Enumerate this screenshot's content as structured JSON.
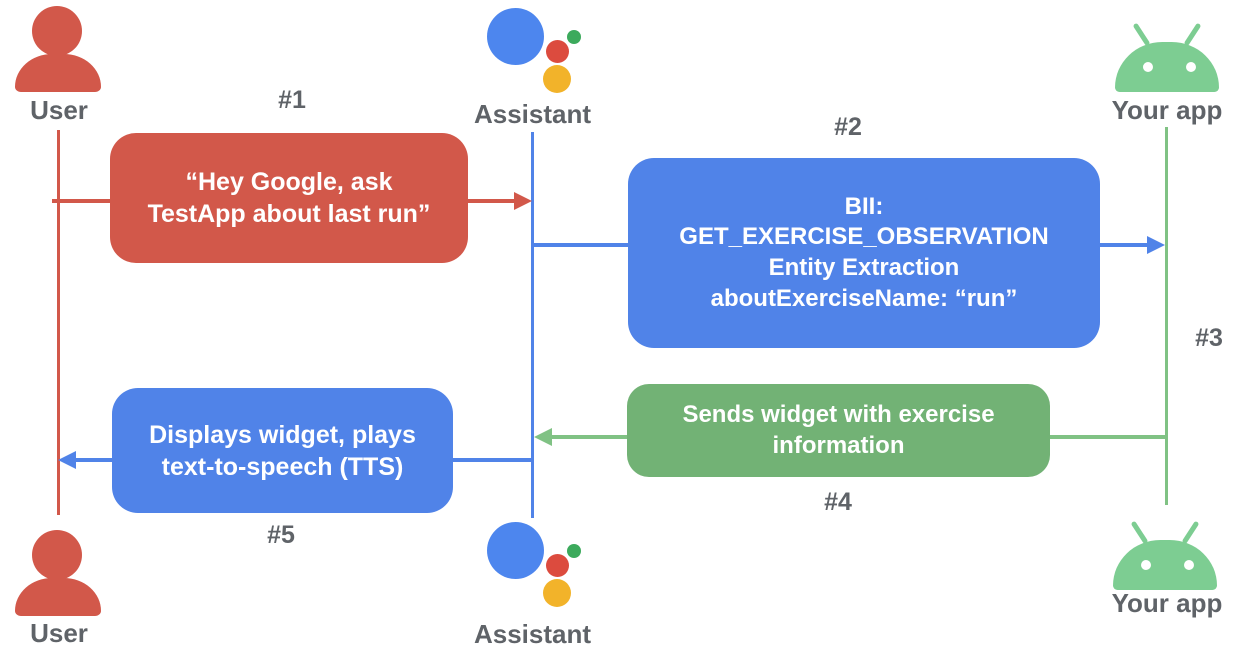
{
  "colors": {
    "red": "#d2584a",
    "blue": "#5083e8",
    "green": "#72b275",
    "line-green": "#80c284",
    "android-green": "#7dcd92",
    "label-gray": "#5f6368",
    "logo-blue": "#4d86ee",
    "logo-red": "#dc4b3e",
    "logo-yellow": "#f2b32a",
    "logo-green": "#3caa5c"
  },
  "actors": {
    "user": {
      "label": "User"
    },
    "assistant": {
      "label": "Assistant"
    },
    "app": {
      "label": "Your app"
    }
  },
  "steps": [
    {
      "num": "#1",
      "from": "User",
      "to": "Assistant",
      "color": "red",
      "lines": [
        "“Hey Google, ask",
        "TestApp about last run”"
      ]
    },
    {
      "num": "#2",
      "from": "Assistant",
      "to": "Your app",
      "color": "blue",
      "lines": [
        "BII:",
        "GET_EXERCISE_OBSERVATION",
        "Entity Extraction",
        "aboutExerciseName: “run”"
      ]
    },
    {
      "num": "#3",
      "from": "Your app",
      "to": "Your app",
      "color": "green",
      "lines": []
    },
    {
      "num": "#4",
      "from": "Your app",
      "to": "Assistant",
      "color": "green",
      "lines": [
        "Sends widget with exercise",
        "information"
      ]
    },
    {
      "num": "#5",
      "from": "Assistant",
      "to": "User",
      "color": "blue",
      "lines": [
        "Displays widget, plays",
        "text-to-speech (TTS)"
      ]
    }
  ]
}
